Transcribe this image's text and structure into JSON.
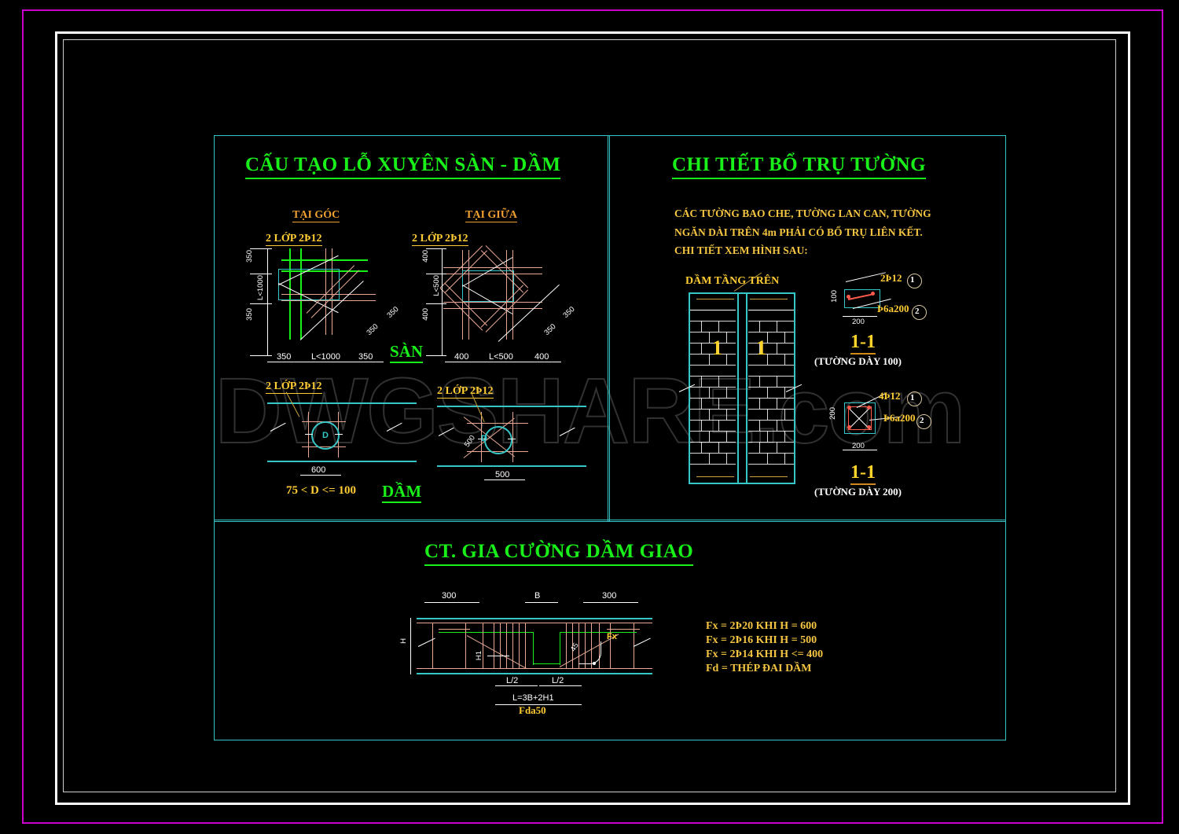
{
  "drawing": {
    "watermark": "DWGSHARE.com",
    "colors": {
      "background": "#000000",
      "frame_outer": "#cc00cc",
      "frame_inner": "#ffffff",
      "panel_border": "#35c7c7",
      "title_green": "#19ef19",
      "label_amber": "#ffcc33",
      "subtitle_orange": "#f0a030",
      "rebar_salmon": "#e8a893",
      "rebar_green": "#19ef19",
      "outline_cyan": "#35c7c7",
      "dim_white": "#ffffff"
    }
  },
  "panel_floor": {
    "title": "CẤU TẠO LỖ XUYÊN SÀN - DẦM",
    "detail_corner": {
      "subtitle": "TẠI GÓC",
      "rebar_label": "2 LỚP 2Þ12",
      "dim_vertical": [
        "350",
        "L<1000",
        "350"
      ],
      "dim_horizontal": [
        "350",
        "L<1000",
        "350"
      ],
      "dim_diagonal": [
        "350",
        "350"
      ]
    },
    "detail_middle": {
      "subtitle": "TẠI GIỮA",
      "rebar_label": "2 LỚP 2Þ12",
      "dim_vertical": [
        "400",
        "L<500",
        "400"
      ],
      "dim_horizontal": [
        "400",
        "L<500",
        "400"
      ],
      "dim_diagonal": [
        "350",
        "350"
      ]
    },
    "label_slab": "SÀN",
    "label_beam": "DẦM",
    "beam_left": {
      "rebar_label": "2 LỚP 2Þ12",
      "hole_label": "D",
      "dim_width": "600",
      "note": "75 < D <= 100"
    },
    "beam_right": {
      "rebar_label": "2 LỚP 2Þ12",
      "hole_label": "D",
      "dim_width": "500",
      "dim_diagonal": "500"
    }
  },
  "panel_wall": {
    "title": "CHI TIẾT BỔ TRỤ TƯỜNG",
    "notes": [
      "CÁC TƯỜNG BAO CHE, TƯỜNG LAN CAN, TƯỜNG",
      "NGĂN DÀI TRÊN 4m PHẢI CÓ BỔ TRỤ LIÊN KẾT.",
      "CHI TIẾT XEM HÌNH SAU:"
    ],
    "elevation": {
      "label_beam_above": "DẦM TẦNG TRÊN",
      "section_marks": [
        "1",
        "1"
      ]
    },
    "section_100": {
      "title": "1-1",
      "caption": "(TƯỜNG DÀY 100)",
      "bar_main": "2Þ12",
      "bar_stirrup": "Þ6a200",
      "callout_1": "1",
      "callout_2": "2",
      "dim_height": "100",
      "dim_width": "200"
    },
    "section_200": {
      "title": "1-1",
      "caption": "(TƯỜNG DÀY 200)",
      "bar_main": "4Þ12",
      "bar_stirrup": "Þ6a200",
      "callout_1": "1",
      "callout_2": "2",
      "dim_height": "200",
      "dim_width": "200"
    }
  },
  "panel_beam": {
    "title": "CT. GIA CƯỜNG DẦM GIAO",
    "dims_top": [
      "300",
      "B",
      "300"
    ],
    "dim_height": "H",
    "dim_h1": "H1",
    "dim_angle": "45",
    "label_fx": "Fx",
    "dims_bottom": [
      "L/2",
      "L/2"
    ],
    "dim_total": "L=3B+2H1",
    "label_fda": "Fda50",
    "legend": [
      "Fx = 2Þ20 KHI H = 600",
      "Fx = 2Þ16 KHI H = 500",
      "Fx = 2Þ14 KHI H <= 400",
      "Fd = THÉP ĐAI DẦM"
    ]
  }
}
